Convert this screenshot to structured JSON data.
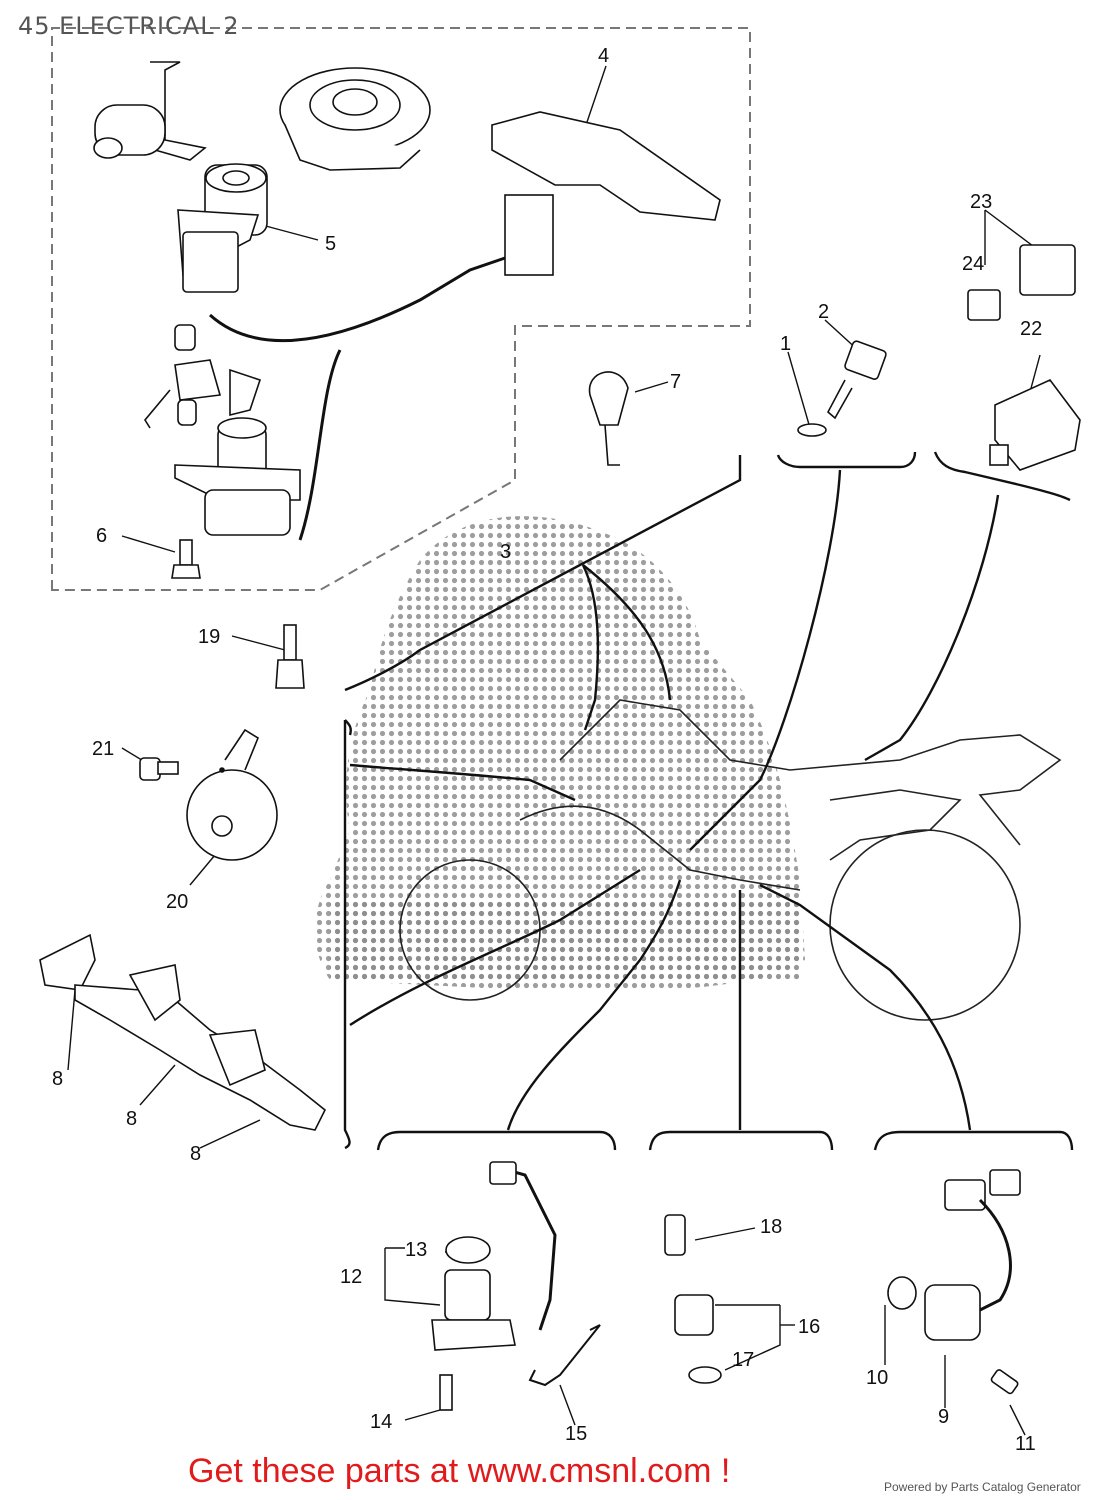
{
  "title": "45 ELECTRICAL 2",
  "footer": {
    "cta": "Get these parts at www.cmsnl.com !",
    "credit": "Powered by Parts Catalog Generator"
  },
  "callouts": {
    "c1": "1",
    "c2": "2",
    "c3": "3",
    "c4": "4",
    "c5": "5",
    "c6": "6",
    "c7": "7",
    "c8a": "8",
    "c8b": "8",
    "c8c": "8",
    "c9": "9",
    "c10": "10",
    "c11": "11",
    "c12": "12",
    "c13": "13",
    "c14": "14",
    "c15": "15",
    "c16": "16",
    "c17": "17",
    "c18": "18",
    "c19": "19",
    "c20": "20",
    "c21": "21",
    "c22": "22",
    "c23": "23",
    "c24": "24"
  },
  "colors": {
    "cta": "#e11b1b",
    "line": "#111111",
    "dash": "#777777",
    "halftone": "#9a9a9a"
  }
}
